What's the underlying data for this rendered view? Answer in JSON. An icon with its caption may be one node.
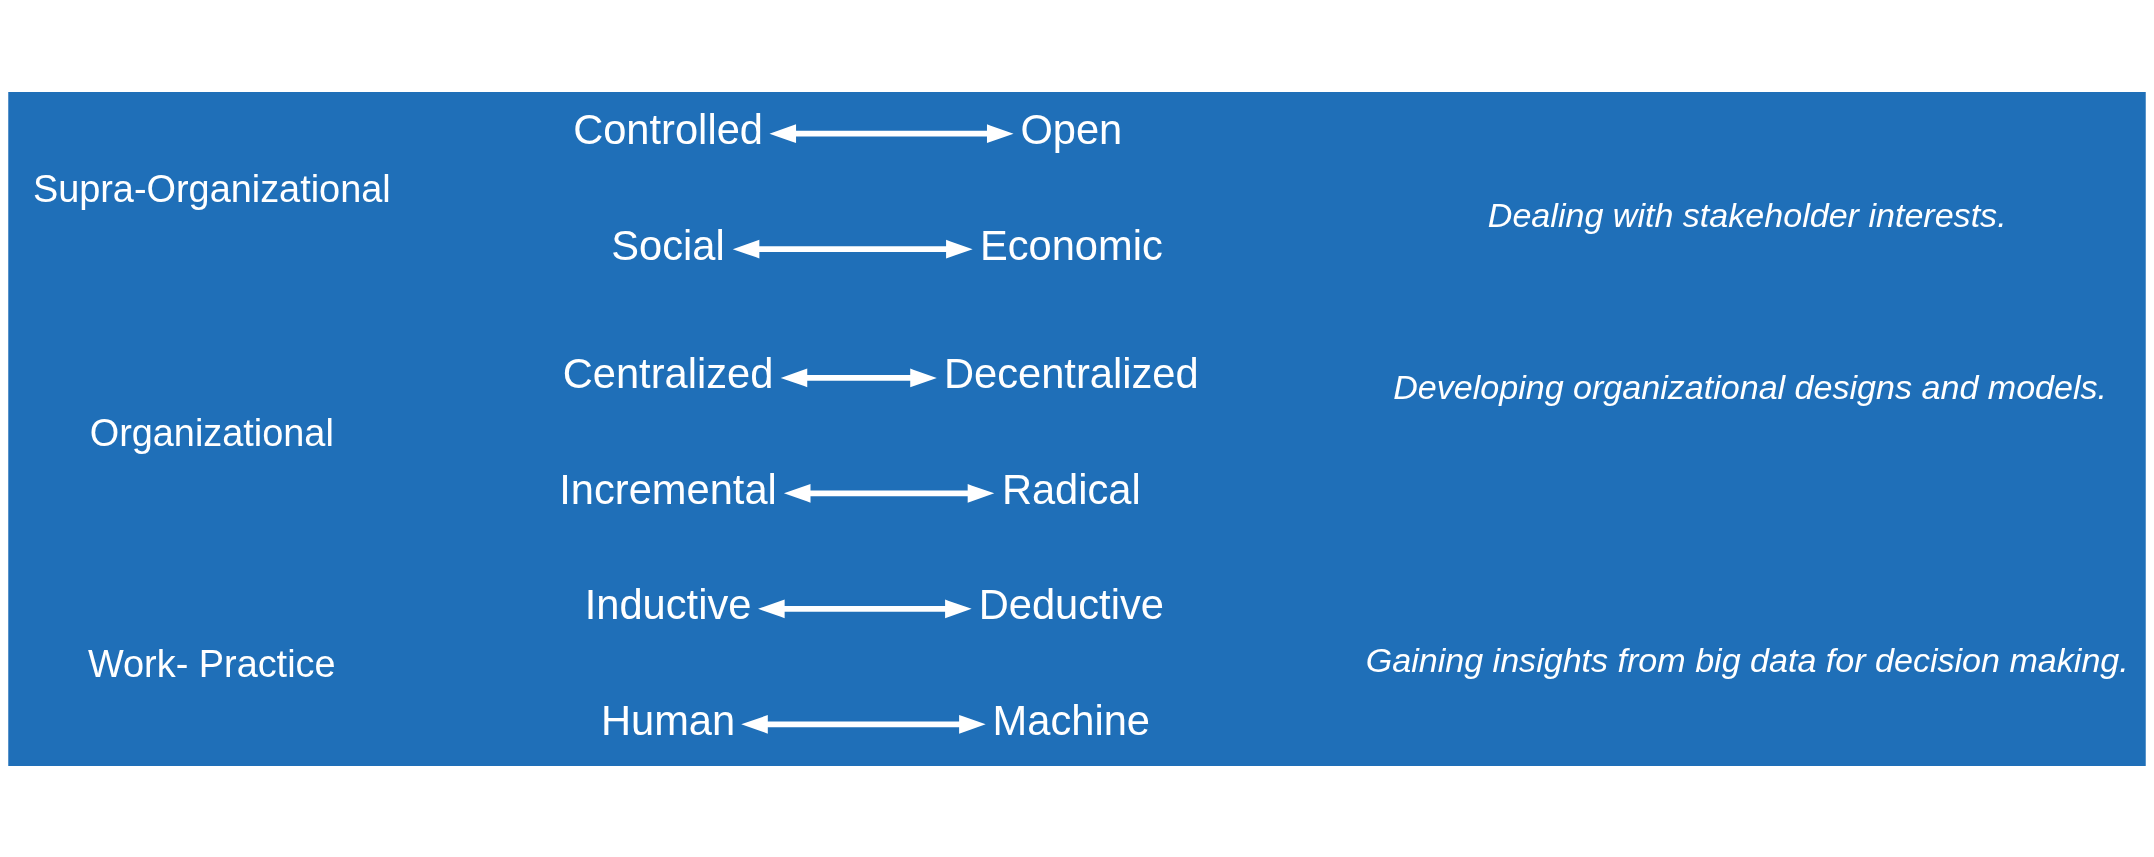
{
  "diagram": {
    "nodes": [
      {
        "text": [
          "Inductive"
        ]
      },
      {
        "text": [
          "Deductive"
        ]
      },
      {
        "text": [
          "Human"
        ]
      },
      {
        "text": [
          "Machine"
        ]
      },
      {
        "text": [
          "Centralized"
        ]
      },
      {
        "text": [
          "Decentralized"
        ]
      },
      {
        "text": [
          "Incremental"
        ]
      },
      {
        "text": [
          "Radical"
        ]
      },
      {
        "text": [
          "Controlled"
        ]
      },
      {
        "text": [
          "Open"
        ]
      },
      {
        "text": [
          "Social"
        ]
      },
      {
        "text": [
          "Economic"
        ]
      }
    ],
    "edges": [
      {
        "from": 0,
        "to": 1,
        "arrow": "both"
      },
      {
        "from": 2,
        "to": 3,
        "arrow": "both"
      },
      {
        "from": 4,
        "to": 5,
        "arrow": "both"
      },
      {
        "from": 6,
        "to": 7,
        "arrow": "both"
      },
      {
        "from": 8,
        "to": 9,
        "arrow": "both"
      },
      {
        "from": 10,
        "to": 11,
        "arrow": "both"
      }
    ],
    "labels": [
      "Work- Practice",
      "Gaining insights from big data for decision making.",
      "Organizational",
      "Developing organizational designs and models.",
      "Supra-Organizational",
      "Dealing with stakeholder interests."
    ]
  }
}
